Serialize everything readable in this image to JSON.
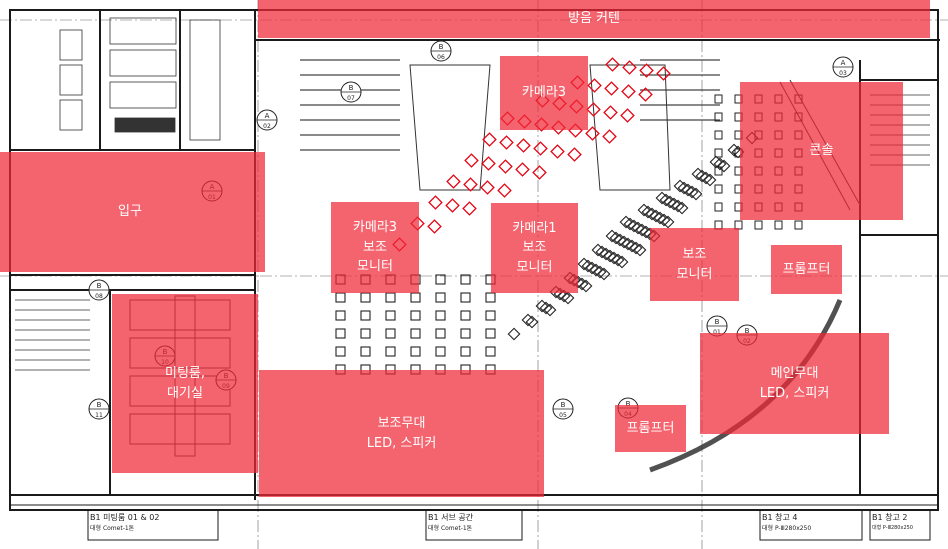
{
  "zones": {
    "sound_curtain": "방음 커텐",
    "camera3": "카메라3",
    "console": "콘솔",
    "entrance": "입구",
    "camera3_monitor": "카메라3\n보조\n모니터",
    "camera1_monitor": "카메라1\n보조\n모니터",
    "aux_monitor": "보조\n모니터",
    "prompter_right": "프롬프터",
    "meeting_room": "미팅룸,\n대기실",
    "sub_stage": "보조무대\nLED, 스피커",
    "prompter_center": "프롬프터",
    "main_stage": "메인무대\nLED, 스피커"
  },
  "room_labels": [
    {
      "line1": "B1  미팅룸  01 & 02",
      "line2": "대형 Comet-1톤"
    },
    {
      "line1": "B1  서브 공간",
      "line2": "대형 Comet-1톤"
    },
    {
      "line1": "B1  창고 4",
      "line2": "대형 P-Ⅲ280x250"
    },
    {
      "line1": "B1  창고 2",
      "line2": "대형 P-Ⅲ280x250"
    }
  ],
  "section_markers": [
    {
      "letter": "B",
      "num": "06"
    },
    {
      "letter": "B",
      "num": "07"
    },
    {
      "letter": "A",
      "num": "02"
    },
    {
      "letter": "A",
      "num": "03"
    },
    {
      "letter": "A",
      "num": "01"
    },
    {
      "letter": "B",
      "num": "08"
    },
    {
      "letter": "B",
      "num": "09"
    },
    {
      "letter": "B",
      "num": "11"
    },
    {
      "letter": "B",
      "num": "10"
    },
    {
      "letter": "B",
      "num": "05"
    },
    {
      "letter": "B",
      "num": "04"
    },
    {
      "letter": "B",
      "num": "01"
    },
    {
      "letter": "B",
      "num": "02"
    }
  ],
  "colors": {
    "highlight": "#f02837",
    "linework": "#1a1a1a",
    "rig": "#e8000f"
  }
}
